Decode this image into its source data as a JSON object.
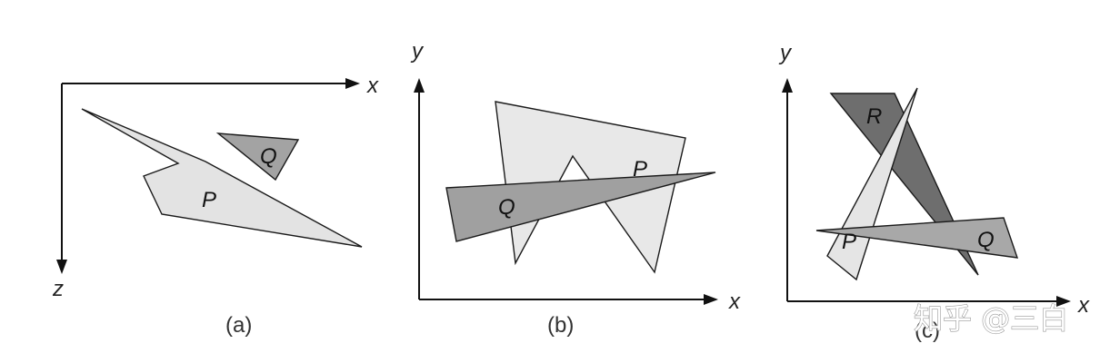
{
  "panels": [
    {
      "caption": "(a)",
      "axes": {
        "horizontal": "x",
        "vertical": "z"
      },
      "polygons": [
        {
          "label": "P",
          "fill": "#e3e3e3"
        },
        {
          "label": "Q",
          "fill": "#a3a3a3"
        }
      ]
    },
    {
      "caption": "(b)",
      "axes": {
        "horizontal": "x",
        "vertical": "y"
      },
      "polygons": [
        {
          "label": "P",
          "fill": "#e8e8e8"
        },
        {
          "label": "Q",
          "fill": "#a0a0a0"
        }
      ]
    },
    {
      "caption": "(c)",
      "axes": {
        "horizontal": "x",
        "vertical": "y"
      },
      "polygons": [
        {
          "label": "R",
          "fill": "#6e6e6e"
        },
        {
          "label": "P",
          "fill": "#e5e5e5"
        },
        {
          "label": "Q",
          "fill": "#a8a8a8"
        }
      ]
    }
  ],
  "watermark": "知乎 @三白"
}
